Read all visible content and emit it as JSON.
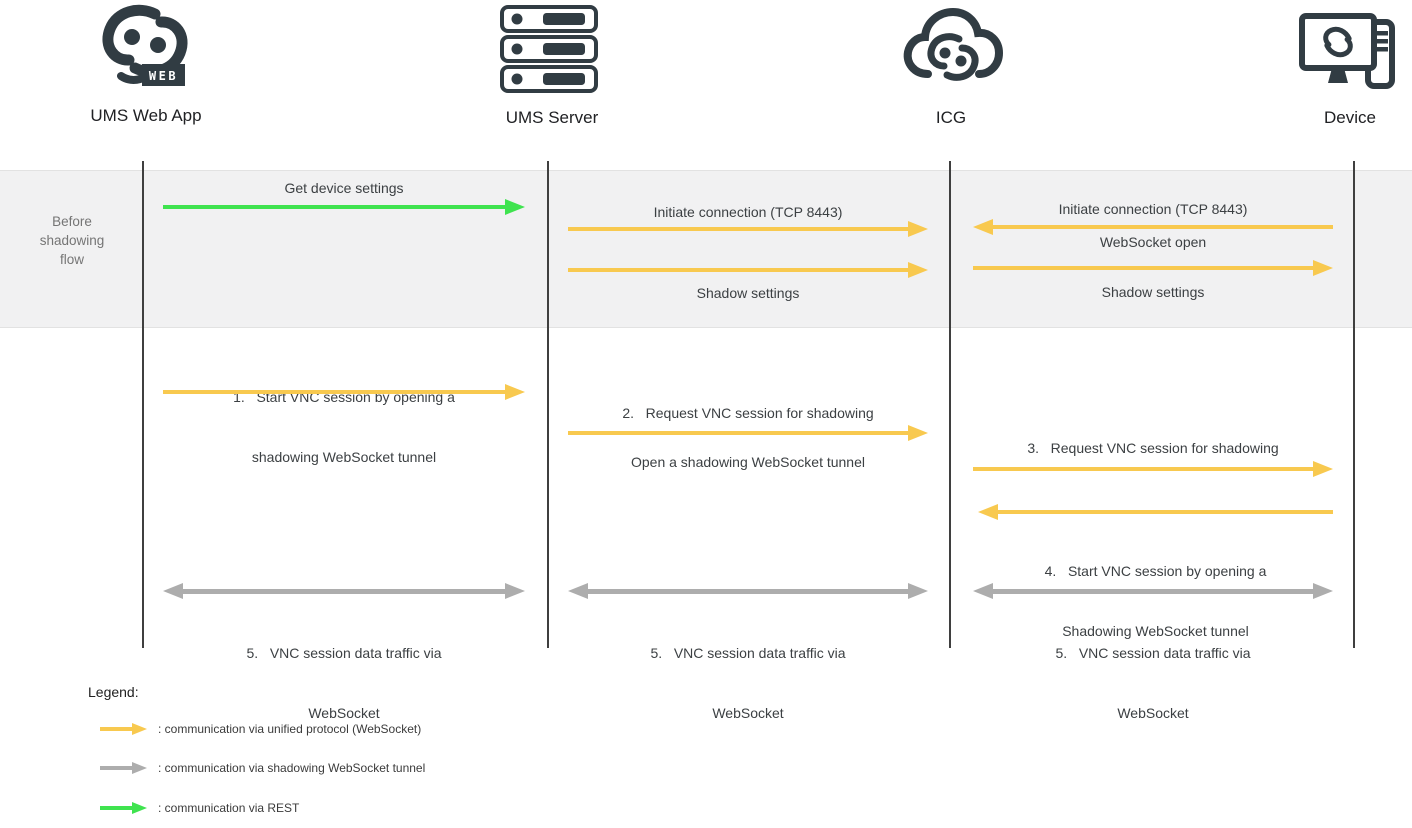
{
  "palette": {
    "unified": "#F8C94F",
    "tunnel": "#ADADAD",
    "rest": "#3FE34F",
    "icon_dark": "#313C43"
  },
  "actors": [
    {
      "id": "ums-web-app",
      "label": "UMS Web App",
      "icon": "link-logo-with-web-badge"
    },
    {
      "id": "ums-server",
      "label": "UMS Server",
      "icon": "server-stack"
    },
    {
      "id": "icg",
      "label": "ICG",
      "icon": "cloud-with-link-logo"
    },
    {
      "id": "device",
      "label": "Device",
      "icon": "monitor-with-tower"
    }
  ],
  "band": {
    "label_lines": [
      "Before",
      "shadowing",
      "flow"
    ],
    "messages": {
      "get_device_settings": {
        "label": "Get device settings",
        "from": "UMS Web App",
        "to": "UMS Server",
        "protocol": "REST"
      },
      "initiate_connection_server_icg": {
        "label": "Initiate connection (TCP 8443)",
        "from": "UMS Server",
        "to": "ICG",
        "protocol": "WebSocket"
      },
      "shadow_settings_server_icg": {
        "label": "Shadow settings",
        "from": "UMS Server",
        "to": "ICG",
        "protocol": "WebSocket"
      },
      "initiate_connection_device_icg": {
        "label": "Initiate connection (TCP 8443)",
        "from": "Device",
        "to": "ICG",
        "protocol": "WebSocket"
      },
      "websocket_open": {
        "label": "WebSocket open",
        "from": "Device",
        "to": "ICG",
        "protocol": "WebSocket"
      },
      "shadow_settings_icg_device": {
        "label": "Shadow settings",
        "from": "ICG",
        "to": "Device",
        "protocol": "WebSocket"
      }
    }
  },
  "flow": {
    "step1": {
      "line1": "1.   Start VNC session by opening a",
      "line2": "shadowing WebSocket tunnel",
      "from": "UMS Web App",
      "to": "UMS Server",
      "protocol": "WebSocket"
    },
    "step2": {
      "label": "2.   Request VNC session for shadowing",
      "sublabel": "Open a shadowing WebSocket tunnel",
      "from": "UMS Server",
      "to": "ICG",
      "protocol": "WebSocket"
    },
    "step3": {
      "label": "3.   Request VNC session for shadowing",
      "from": "ICG",
      "to": "Device",
      "protocol": "WebSocket"
    },
    "step4": {
      "line1": "4.   Start VNC session by opening a",
      "line2": "Shadowing WebSocket tunnel",
      "from": "Device",
      "to": "ICG",
      "protocol": "WebSocket"
    },
    "step5": {
      "line1": "5.   VNC session data traffic via",
      "line2": "WebSocket",
      "bidirectional": true,
      "segments": [
        "UMS Web App - UMS Server",
        "UMS Server - ICG",
        "ICG - Device"
      ],
      "protocol": "shadowing WebSocket tunnel"
    }
  },
  "legend": {
    "title": "Legend:",
    "items": [
      {
        "style": "unified",
        "color": "#F8C94F",
        "label": ": communication via unified protocol (WebSocket)"
      },
      {
        "style": "shadowing-tunnel",
        "color": "#ADADAD",
        "label": ": communication via shadowing WebSocket tunnel"
      },
      {
        "style": "rest",
        "color": "#3FE34F",
        "label": ": communication via REST"
      }
    ]
  }
}
